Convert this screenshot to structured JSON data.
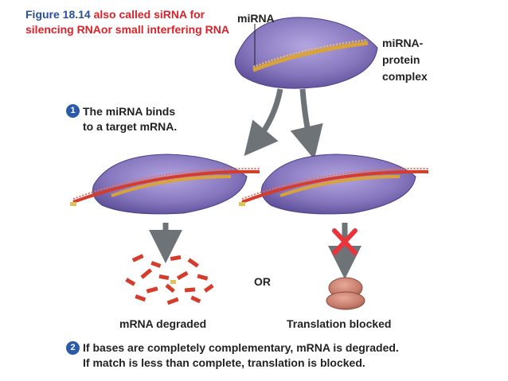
{
  "title": {
    "figure_number": "Figure 18.14",
    "caption": "also called siRNA for silencing RNAor small interfering RNA"
  },
  "labels": {
    "mirna": "miRNA",
    "complex_line1": "miRNA-",
    "complex_line2": "protein",
    "complex_line3": "complex",
    "mrna_degraded": "mRNA degraded",
    "translation_blocked": "Translation blocked",
    "or": "OR"
  },
  "steps": [
    {
      "number": "1",
      "line1": "The miRNA binds",
      "line2": "to a target mRNA."
    },
    {
      "number": "2",
      "line1": "If bases are completely complementary, mRNA is degraded.",
      "line2": "If match is less than complete, translation is blocked."
    }
  ],
  "colors": {
    "protein": "#8879c0",
    "mirna_strand": "#d9a33a",
    "mrna_strand": "#d63c2c",
    "arrow": "#6e7378",
    "block_x": "#e8343a",
    "badge": "#2b5aa8",
    "caption": "#d9232a",
    "ribosome": "#c57a6a"
  }
}
